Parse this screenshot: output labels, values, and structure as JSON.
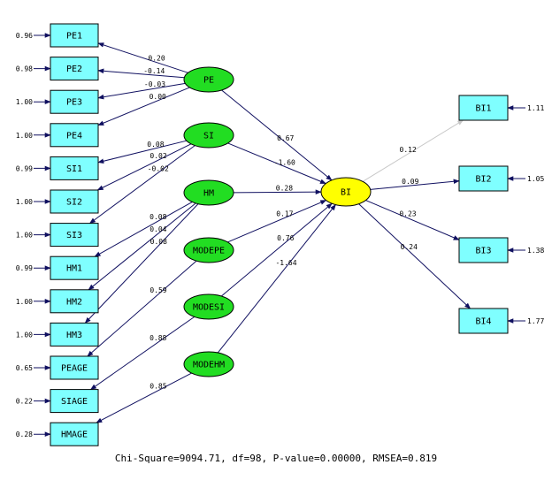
{
  "colors": {
    "observed_fill": "#7fffff",
    "latent_fill": "#22dd22",
    "outcome_fill": "#ffff00",
    "edge": "#101060",
    "edge_faint": "#c8c8c8"
  },
  "observed_left": [
    {
      "id": "PE1",
      "error": "0.96"
    },
    {
      "id": "PE2",
      "error": "0.98"
    },
    {
      "id": "PE3",
      "error": "1.00"
    },
    {
      "id": "PE4",
      "error": "1.00"
    },
    {
      "id": "SI1",
      "error": "0.99"
    },
    {
      "id": "SI2",
      "error": "1.00"
    },
    {
      "id": "SI3",
      "error": "1.00"
    },
    {
      "id": "HM1",
      "error": "0.99"
    },
    {
      "id": "HM2",
      "error": "1.00"
    },
    {
      "id": "HM3",
      "error": "1.00"
    },
    {
      "id": "PEAGE",
      "error": "0.65"
    },
    {
      "id": "SIAGE",
      "error": "0.22"
    },
    {
      "id": "HMAGE",
      "error": "0.28"
    }
  ],
  "latents": [
    "PE",
    "SI",
    "HM",
    "MODEPE",
    "MODESI",
    "MODEHM"
  ],
  "outcome": "BI",
  "observed_right": [
    {
      "id": "BI1",
      "error": "1.11"
    },
    {
      "id": "BI2",
      "error": "1.05"
    },
    {
      "id": "BI3",
      "error": "1.38"
    },
    {
      "id": "BI4",
      "error": "1.77"
    }
  ],
  "loadings": [
    {
      "from": "PE",
      "to": "PE1",
      "label": "0.20"
    },
    {
      "from": "PE",
      "to": "PE2",
      "label": "-0.14"
    },
    {
      "from": "PE",
      "to": "PE3",
      "label": "-0.03"
    },
    {
      "from": "PE",
      "to": "PE4",
      "label": "0.00"
    },
    {
      "from": "SI",
      "to": "SI1",
      "label": "0.08"
    },
    {
      "from": "SI",
      "to": "SI2",
      "label": "0.02"
    },
    {
      "from": "SI",
      "to": "SI3",
      "label": "-0.02"
    },
    {
      "from": "HM",
      "to": "HM1",
      "label": "0.08"
    },
    {
      "from": "HM",
      "to": "HM2",
      "label": "0.04"
    },
    {
      "from": "HM",
      "to": "HM3",
      "label": "0.08"
    },
    {
      "from": "MODEPE",
      "to": "PEAGE",
      "label": "0.59"
    },
    {
      "from": "MODESI",
      "to": "SIAGE",
      "label": "0.88"
    },
    {
      "from": "MODEHM",
      "to": "HMAGE",
      "label": "0.85"
    }
  ],
  "structural": [
    {
      "from": "PE",
      "label": "0.67"
    },
    {
      "from": "SI",
      "label": "-1.60"
    },
    {
      "from": "HM",
      "label": "0.28"
    },
    {
      "from": "MODEPE",
      "label": "0.17"
    },
    {
      "from": "MODESI",
      "label": "0.76"
    },
    {
      "from": "MODEHM",
      "label": "-1.64"
    }
  ],
  "outcome_loadings": [
    {
      "to": "BI1",
      "label": "0.12",
      "faint": true
    },
    {
      "to": "BI2",
      "label": "0.09",
      "faint": false
    },
    {
      "to": "BI3",
      "label": "0.23",
      "faint": false
    },
    {
      "to": "BI4",
      "label": "0.24",
      "faint": false
    }
  ],
  "fit_stats": "Chi-Square=9094.71, df=98, P-value=0.00000, RMSEA=0.819"
}
